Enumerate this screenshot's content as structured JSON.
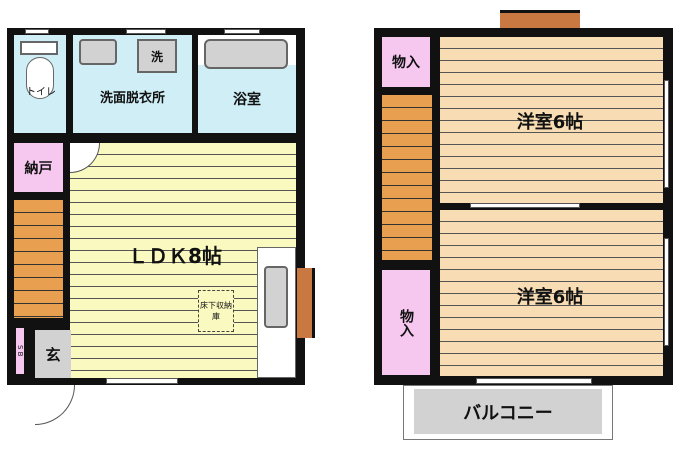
{
  "floor1": {
    "toilet": "トイレ",
    "washroom": "洗面脱衣所",
    "washer": "洗",
    "bath": "浴室",
    "storage": "納戸",
    "ldk": "ＬＤＫ8帖",
    "underfloor": "床下収納庫",
    "entrance": "玄",
    "shoe_box": "S B"
  },
  "floor2": {
    "closet_top": "物入",
    "closet_bottom": "物入",
    "room1": "洋室6帖",
    "room2": "洋室6帖",
    "balcony": "バルコニー"
  },
  "colors": {
    "wet": "#cfeef6",
    "storage": "#f6c8f0",
    "ldk": "#fafac0",
    "room": "#f8dcb4",
    "stairs": "#e8a050"
  }
}
